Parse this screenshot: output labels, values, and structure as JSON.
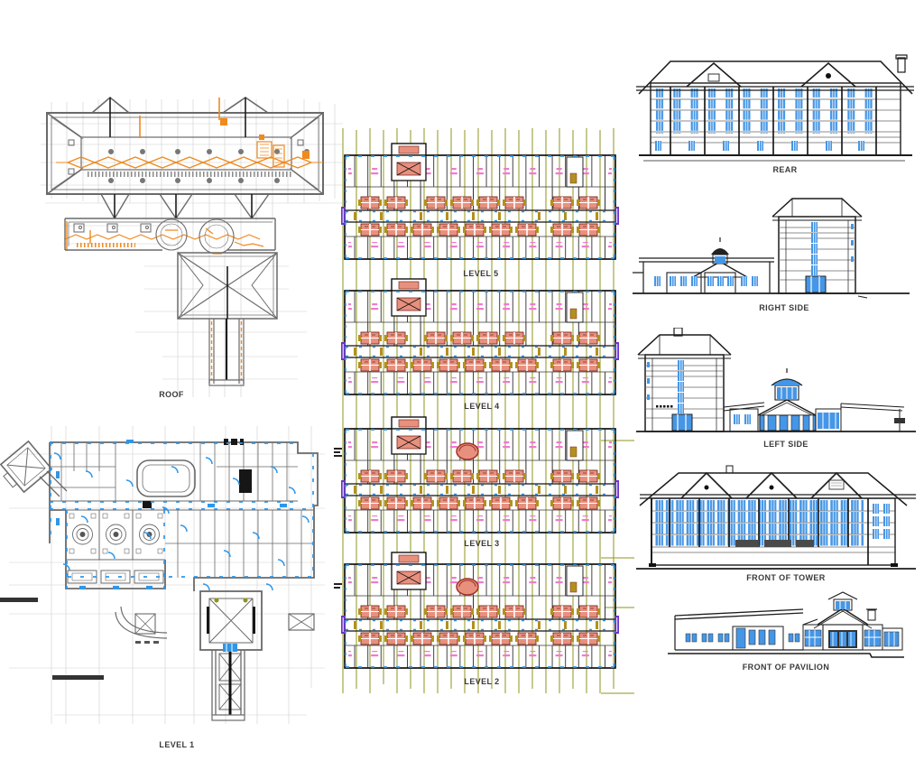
{
  "sheet_type": "architectural drawing set",
  "colors": {
    "background": "#ffffff",
    "cad_black": "#1c1c1c",
    "cad_gray": "#6a6a6a",
    "light_grid": "#cfcfcf",
    "duct_orange": "#f0891e",
    "structural_grid_olive": "#8f941c",
    "door_blue": "#2f96e8",
    "window_blue": "#4596e6",
    "fixture_salmon": "#e8907e",
    "fixture_outline_red": "#7a2a20",
    "room_text_pink": "#ef7ad2",
    "stair_purple": "#6a35c8",
    "label_text": "#3a3a3a"
  },
  "floor_plans": {
    "roof": {
      "label": "ROOF"
    },
    "level1": {
      "label": "LEVEL 1"
    },
    "level2": {
      "label": "LEVEL 2"
    },
    "level3": {
      "label": "LEVEL 3"
    },
    "level4": {
      "label": "LEVEL 4"
    },
    "level5": {
      "label": "LEVEL 5"
    }
  },
  "elevations": {
    "rear": {
      "label": "REAR"
    },
    "right_side": {
      "label": "RIGHT SIDE"
    },
    "left_side": {
      "label": "LEFT SIDE"
    },
    "front_of_tower": {
      "label": "FRONT OF TOWER"
    },
    "front_of_pavilion": {
      "label": "FRONT OF PAVILION"
    }
  }
}
